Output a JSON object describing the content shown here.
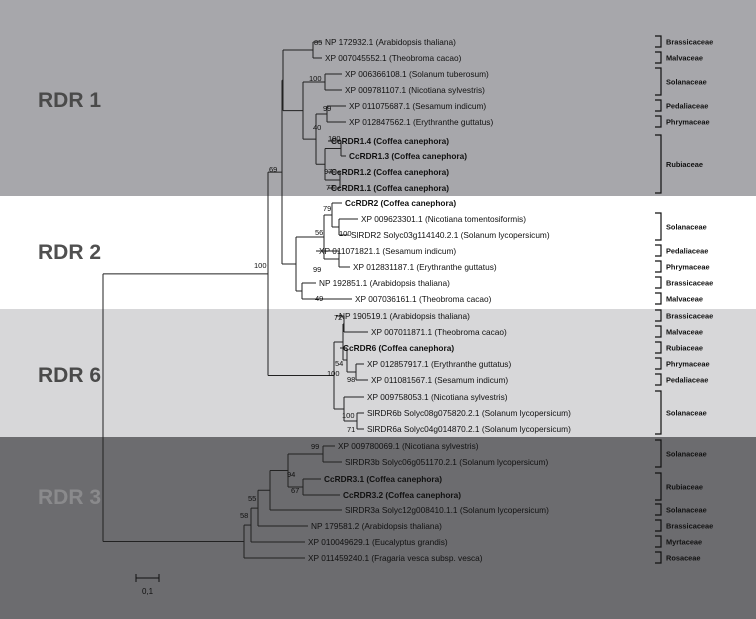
{
  "groups": [
    {
      "label": "RDR 1",
      "color": "#a7a7ab",
      "text_color": "#4a4a4a"
    },
    {
      "label": "RDR 2",
      "color": "#ffffff",
      "text_color": "#505050"
    },
    {
      "label": "RDR 6",
      "color": "#d7d7d9",
      "text_color": "#4a4a4a"
    },
    {
      "label": "RDR 3",
      "color": "#6c6c6f",
      "text_color": "#8a8a8c"
    }
  ],
  "leaves": [
    {
      "label": "NP 172932.1 (Arabidopsis thaliana)",
      "bold": false
    },
    {
      "label": "XP 007045552.1 (Theobroma cacao)",
      "bold": false
    },
    {
      "label": "XP 006366108.1 (Solanum tuberosum)",
      "bold": false
    },
    {
      "label": "XP 009781107.1 (Nicotiana sylvestris)",
      "bold": false
    },
    {
      "label": "XP 011075687.1 (Sesamum indicum)",
      "bold": false
    },
    {
      "label": "XP 012847562.1 (Erythranthe guttatus)",
      "bold": false
    },
    {
      "label": "CcRDR1.4 (Coffea canephora)",
      "bold": true
    },
    {
      "label": "CcRDR1.3 (Coffea canephora)",
      "bold": true
    },
    {
      "label": "CcRDR1.2 (Coffea canephora)",
      "bold": true
    },
    {
      "label": "CcRDR1.1 (Coffea canephora)",
      "bold": true
    },
    {
      "label": "CcRDR2 (Coffea canephora)",
      "bold": true
    },
    {
      "label": "XP 009623301.1 (Nicotiana tomentosiformis)",
      "bold": false
    },
    {
      "label": "SlRDR2 Solyc03g114140.2.1 (Solanum lycopersicum)",
      "bold": false
    },
    {
      "label": "XP 011071821.1 (Sesamum indicum)",
      "bold": false
    },
    {
      "label": "XP 012831187.1 (Erythranthe guttatus)",
      "bold": false
    },
    {
      "label": "NP 192851.1 (Arabidopsis thaliana)",
      "bold": false
    },
    {
      "label": "XP 007036161.1 (Theobroma cacao)",
      "bold": false
    },
    {
      "label": "NP 190519.1 (Arabidopsis thaliana)",
      "bold": false
    },
    {
      "label": "XP 007011871.1 (Theobroma cacao)",
      "bold": false
    },
    {
      "label": "CcRDR6 (Coffea canephora)",
      "bold": true
    },
    {
      "label": "XP 012857917.1 (Erythranthe guttatus)",
      "bold": false
    },
    {
      "label": "XP 011081567.1 (Sesamum indicum)",
      "bold": false
    },
    {
      "label": "XP 009758053.1 (Nicotiana sylvestris)",
      "bold": false
    },
    {
      "label": "SlRDR6b Solyc08g075820.2.1 (Solanum lycopersicum)",
      "bold": false
    },
    {
      "label": "SlRDR6a Solyc04g014870.2.1 (Solanum lycopersicum)",
      "bold": false
    },
    {
      "label": "XP 009780069.1 (Nicotiana sylvestris)",
      "bold": false
    },
    {
      "label": "SlRDR3b Solyc06g051170.2.1 (Solanum lycopersicum)",
      "bold": false
    },
    {
      "label": "CcRDR3.1 (Coffea canephora)",
      "bold": true
    },
    {
      "label": "CcRDR3.2 (Coffea canephora)",
      "bold": true
    },
    {
      "label": "SlRDR3a Solyc12g008410.1.1 (Solanum lycopersicum)",
      "bold": false
    },
    {
      "label": "NP 179581.2 (Arabidopsis thaliana)",
      "bold": false
    },
    {
      "label": "XP 010049629.1 (Eucalyptus grandis)",
      "bold": false
    },
    {
      "label": "XP 011459240.1 (Fragaria vesca subsp. vesca)",
      "bold": false
    }
  ],
  "bootstrap": [
    "85",
    "100",
    "99",
    "40",
    "100",
    "97",
    "77",
    "69",
    "79",
    "56",
    "100",
    "99",
    "49",
    "100",
    "72",
    "54",
    "100",
    "98",
    "100",
    "71",
    "99",
    "94",
    "67",
    "55",
    "58"
  ],
  "families": [
    "Brassicaceae",
    "Malvaceae",
    "Solanaceae",
    "Pedaliaceae",
    "Phrymaceae",
    "Rubiaceae",
    "Solanaceae",
    "Pedaliaceae",
    "Phrymaceae",
    "Brassicaceae",
    "Malvaceae",
    "Brassicaceae",
    "Malvaceae",
    "Rubiaceae",
    "Phrymaceae",
    "Pedaliaceae",
    "Solanaceae",
    "Solanaceae",
    "Rubiaceae",
    "Solanaceae",
    "Brassicaceae",
    "Myrtaceae",
    "Rosaceae"
  ],
  "scale_label": "0,1"
}
